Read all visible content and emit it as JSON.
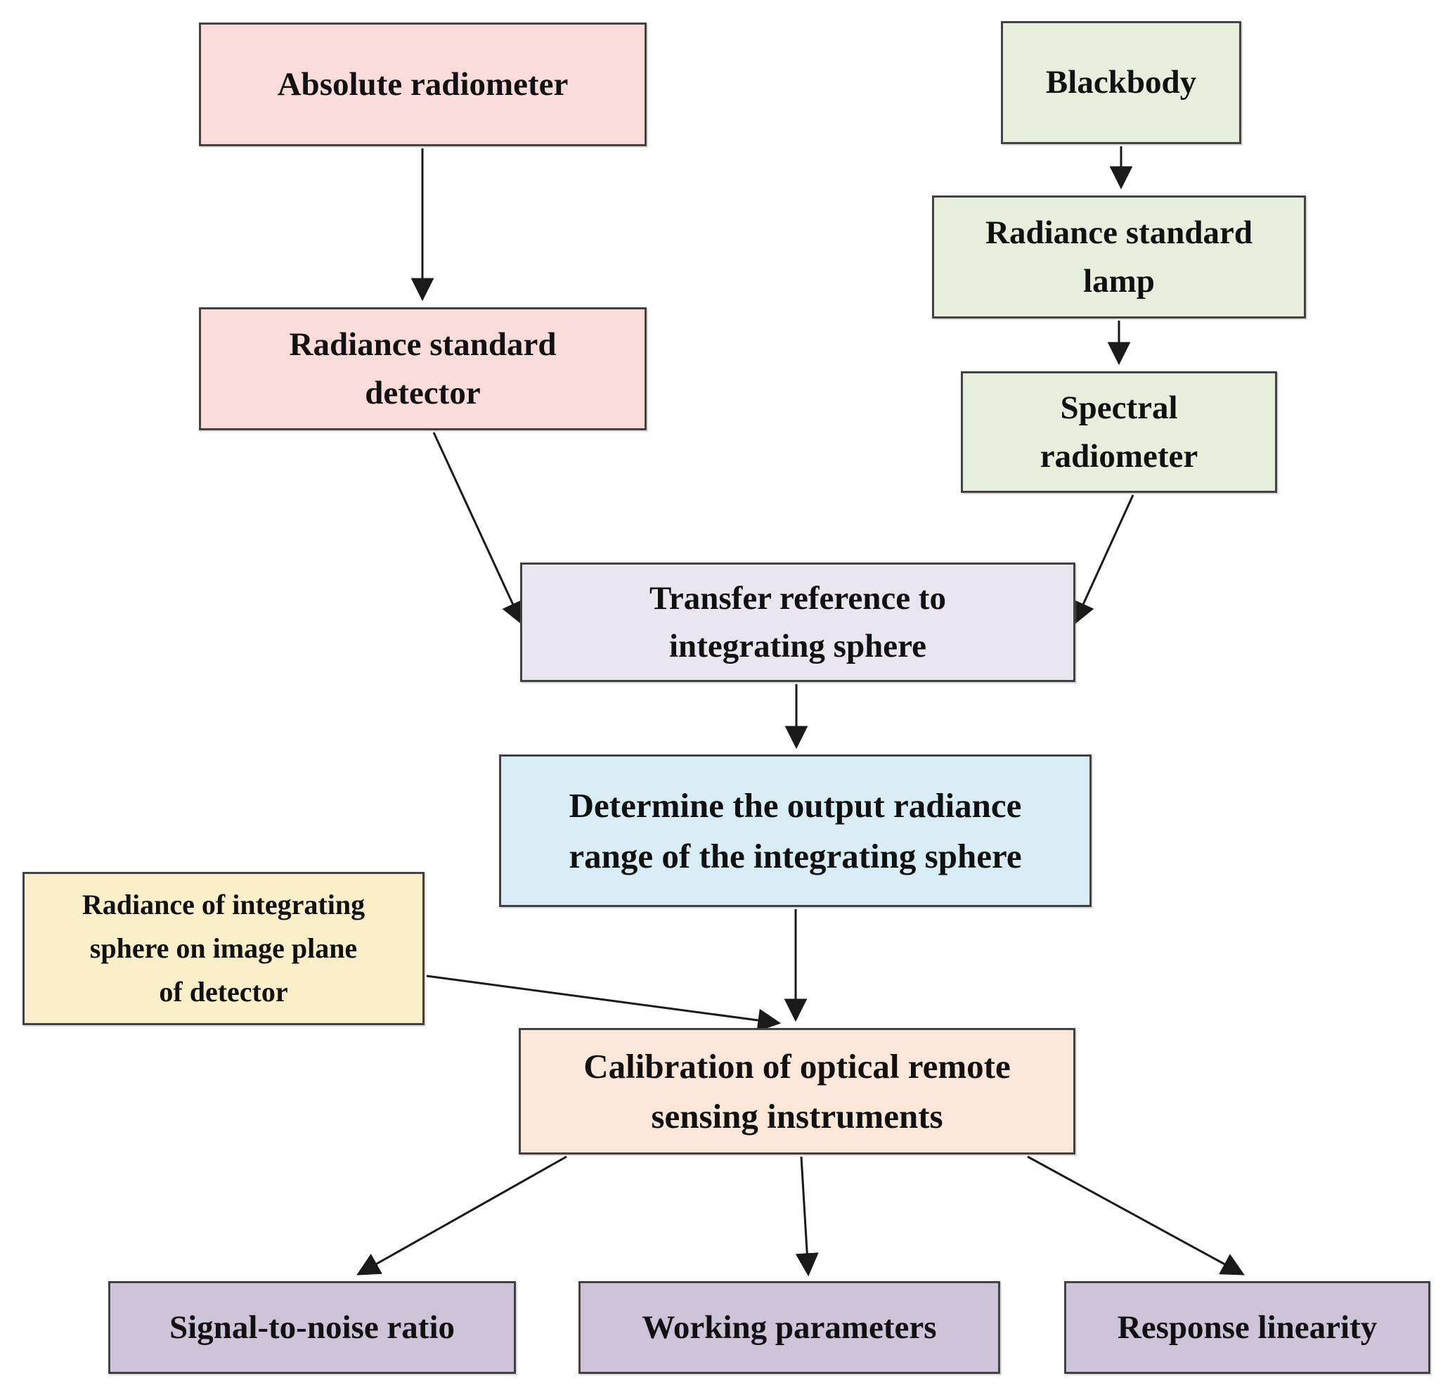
{
  "diagram": {
    "type": "flowchart",
    "description": "Calibration flow for optical remote sensing instruments via integrating sphere",
    "nodes": [
      {
        "id": "absolute-radiometer",
        "label": "Absolute radiometer",
        "fill": "#F9DCD9"
      },
      {
        "id": "blackbody",
        "label": "Blackbody",
        "fill": "#E7EEDC"
      },
      {
        "id": "radiance-standard-lamp",
        "label": "Radiance standard\nlamp",
        "fill": "#E7EEDC"
      },
      {
        "id": "radiance-standard-detector",
        "label": "Radiance standard\ndetector",
        "fill": "#F9DCD9"
      },
      {
        "id": "spectral-radiometer",
        "label": "Spectral\nradiometer",
        "fill": "#E7EEDC"
      },
      {
        "id": "transfer-reference",
        "label": "Transfer reference to\nintegrating sphere",
        "fill": "#E9E6EF"
      },
      {
        "id": "determine-output-radiance",
        "label": "Determine the output radiance\nrange of the integrating sphere",
        "fill": "#D9EDF6"
      },
      {
        "id": "radiance-integrating-sphere",
        "label": "Radiance of integrating\nsphere on image plane\nof detector",
        "fill": "#FBEFC9"
      },
      {
        "id": "calibration",
        "label": "Calibration of optical remote\nsensing instruments",
        "fill": "#FCE7D8"
      },
      {
        "id": "signal-to-noise",
        "label": "Signal-to-noise ratio",
        "fill": "#CEC4DA"
      },
      {
        "id": "working-parameters",
        "label": "Working parameters",
        "fill": "#CEC4DA"
      },
      {
        "id": "response-linearity",
        "label": "Response linearity",
        "fill": "#CEC4DA"
      }
    ],
    "edges": [
      {
        "from": "absolute-radiometer",
        "to": "radiance-standard-detector"
      },
      {
        "from": "blackbody",
        "to": "radiance-standard-lamp"
      },
      {
        "from": "radiance-standard-lamp",
        "to": "spectral-radiometer"
      },
      {
        "from": "radiance-standard-detector",
        "to": "transfer-reference"
      },
      {
        "from": "spectral-radiometer",
        "to": "transfer-reference"
      },
      {
        "from": "transfer-reference",
        "to": "determine-output-radiance"
      },
      {
        "from": "determine-output-radiance",
        "to": "calibration"
      },
      {
        "from": "radiance-integrating-sphere",
        "to": "calibration"
      },
      {
        "from": "calibration",
        "to": "signal-to-noise"
      },
      {
        "from": "calibration",
        "to": "working-parameters"
      },
      {
        "from": "calibration",
        "to": "response-linearity"
      }
    ],
    "palette": {
      "background": "#FFFFFF",
      "box_border": "#424242",
      "arrow": "#1A1A1A",
      "text": "#111111",
      "pink": "#F9DCD9",
      "green": "#E7EEDC",
      "lavender": "#E9E6EF",
      "blue": "#D9EDF6",
      "yellow": "#FBEFC9",
      "peach": "#FCE7D8",
      "purple": "#CEC4DA"
    }
  }
}
